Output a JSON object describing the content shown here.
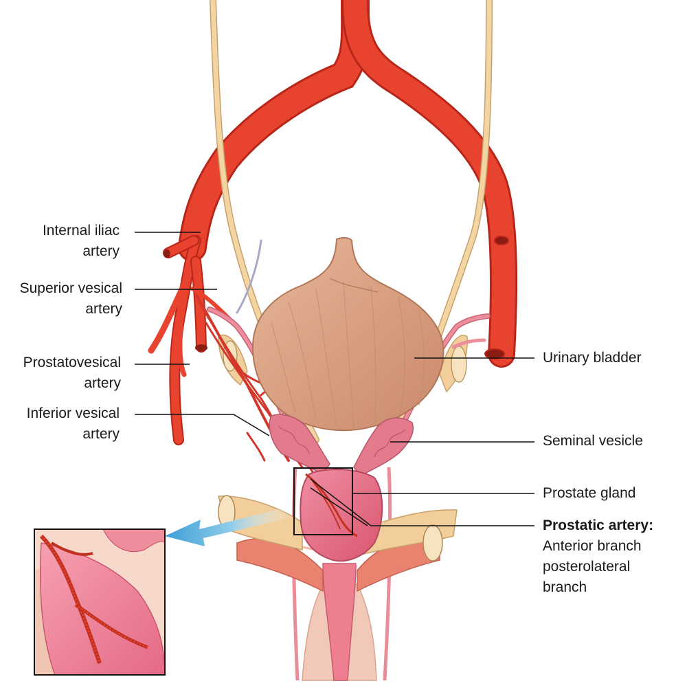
{
  "labels": {
    "internal_iliac": {
      "line1": "Internal iliac",
      "line2": "artery"
    },
    "superior_vesical": {
      "line1": "Superior vesical",
      "line2": "artery"
    },
    "prostatovesical": {
      "line1": "Prostatovesical",
      "line2": "artery"
    },
    "inferior_vesical": {
      "line1": "Inferior vesical",
      "line2": "artery"
    },
    "urinary_bladder": "Urinary bladder",
    "seminal_vesicle": "Seminal vesicle",
    "prostate_gland": "Prostate gland",
    "prostatic_artery": {
      "title": "Prostatic artery:",
      "line1": "Anterior branch",
      "line2": "posterolateral",
      "line3": "branch"
    }
  },
  "colors": {
    "artery": "#e8432f",
    "artery_dark": "#b8261a",
    "ureter": "#f3d5a3",
    "bladder": "#d9a584",
    "vesicle": "#e37b8c",
    "prostate": "#e86b86",
    "muscle": "#e98877",
    "bone": "#f2cf9a",
    "arrow": "#4aa7d8"
  }
}
